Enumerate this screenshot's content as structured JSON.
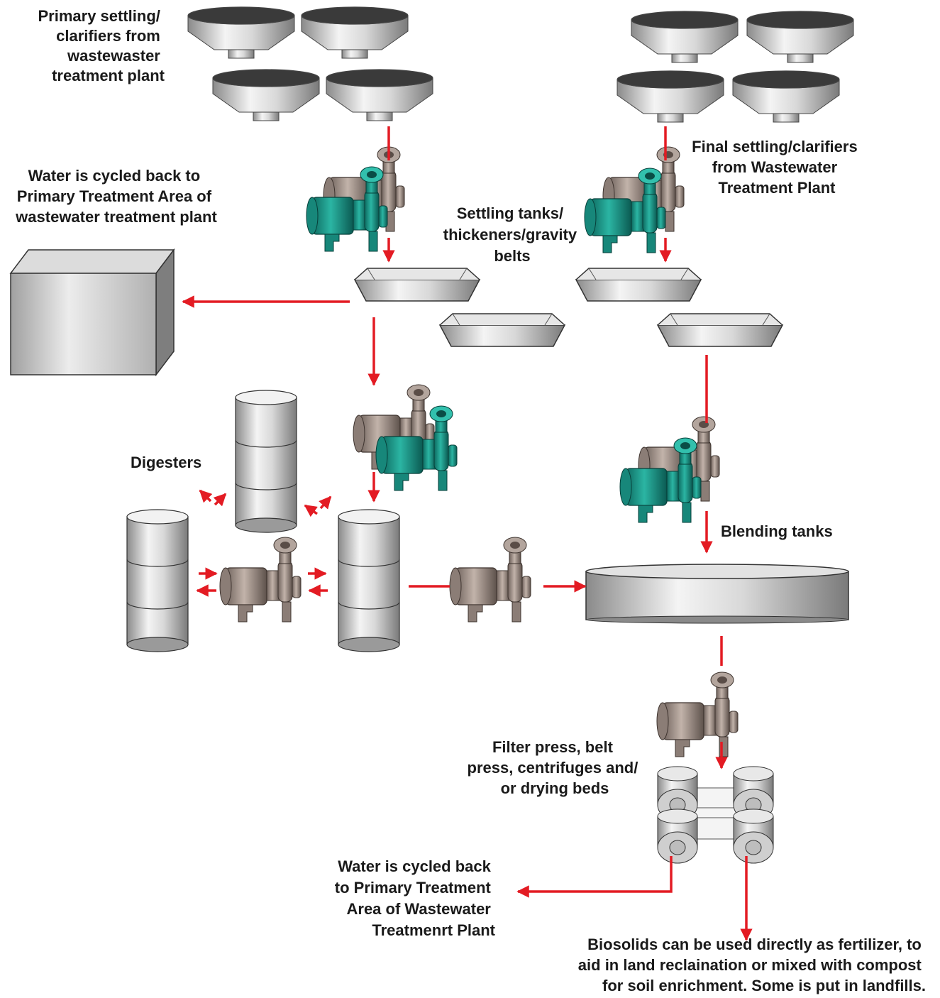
{
  "labels": {
    "primary_clarifiers": [
      "Primary settling/",
      "clarifiers from",
      "wastewaster",
      "treatment plant"
    ],
    "final_clarifiers": [
      "Final settling/clarifiers",
      "from Wastewater",
      "Treatment Plant"
    ],
    "water_cycled_top": [
      "Water is cycled back to",
      "Primary Treatment Area of",
      "wastewater treatment plant"
    ],
    "settling_tanks": [
      "Settling tanks/",
      "thickeners/gravity",
      "belts"
    ],
    "digesters": [
      "Digesters"
    ],
    "blending_tanks": [
      "Blending tanks"
    ],
    "filter_press": [
      "Filter press, belt",
      "press, centrifuges and/",
      "or drying beds"
    ],
    "water_cycled_bottom": [
      "Water is cycled back",
      "to Primary Treatment",
      "Area of Wastewater",
      "Treatmenrt Plant"
    ],
    "biosolids": [
      "Biosolids can be used directly as fertilizer, to",
      "aid in land reclaination or mixed with compost",
      "for soil enrichment. Some is put in landfills."
    ]
  },
  "colors": {
    "flow_arrow": "#e31b23",
    "pump_body": "#a89890",
    "pump_accent": "#1f9e8e",
    "tank_metal": "#c8c8c8"
  }
}
